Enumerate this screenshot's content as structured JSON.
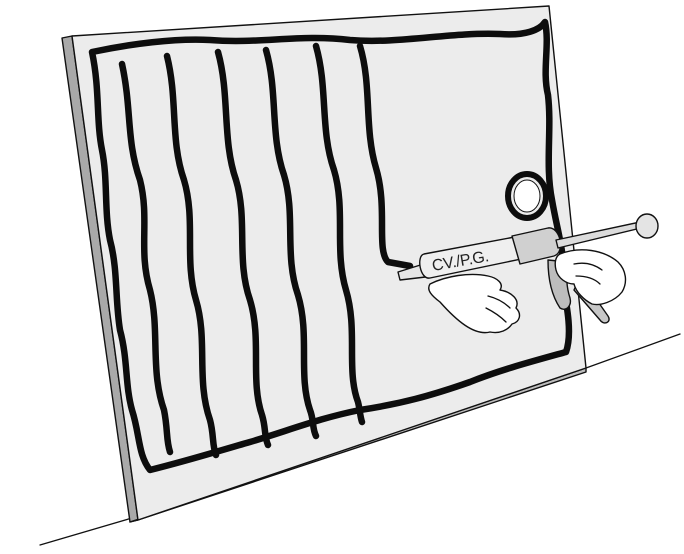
{
  "scene": {
    "gun_label": "CV./P.G.",
    "colors": {
      "panel_face": "#ececec",
      "panel_edge": "#a9a9a9",
      "adhesive_bead": "#0d0d0d",
      "gun_body": "#d0d0d0",
      "nozzle": "#e6e6e6",
      "hand": "#ffffff",
      "line": "#111111"
    },
    "icons": [
      "panel",
      "adhesive-bead",
      "caulking-gun",
      "hand",
      "floor-line"
    ]
  }
}
